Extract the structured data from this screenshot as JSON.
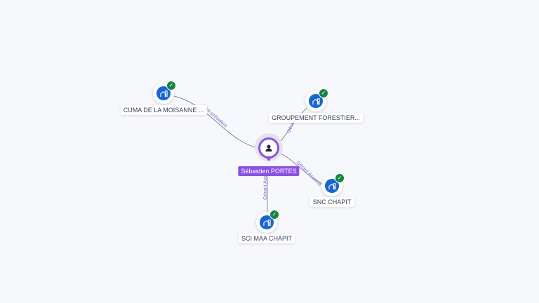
{
  "center": {
    "name": "Sébastien PORTES",
    "icon": "person-icon",
    "color": "#8b4ff0"
  },
  "companies": [
    {
      "name": "CUMA DE LA MOISANNE ...",
      "icon": "building-icon",
      "verified": true
    },
    {
      "name": "GROUPEMENT FORESTIER...",
      "icon": "building-icon",
      "verified": true
    },
    {
      "name": "SNC CHAPIT",
      "icon": "building-icon",
      "verified": true
    },
    {
      "name": "SCI MAA CHAPIT",
      "icon": "building-icon",
      "verified": true
    }
  ],
  "edges": [
    {
      "to": "CUMA DE LA MOISANNE ...",
      "label": "Vice-président"
    },
    {
      "to": "GROUPEMENT FORESTIER...",
      "label": "Gérant"
    },
    {
      "to": "SNC CHAPIT",
      "label": "Gérant Associé"
    },
    {
      "to": "SCI MAA CHAPIT",
      "label": "Gérant Associé"
    }
  ],
  "colors": {
    "company": "#1565e0",
    "check": "#12873f",
    "edge": "#6b6f86",
    "edge_label": "#7a6fd6"
  }
}
